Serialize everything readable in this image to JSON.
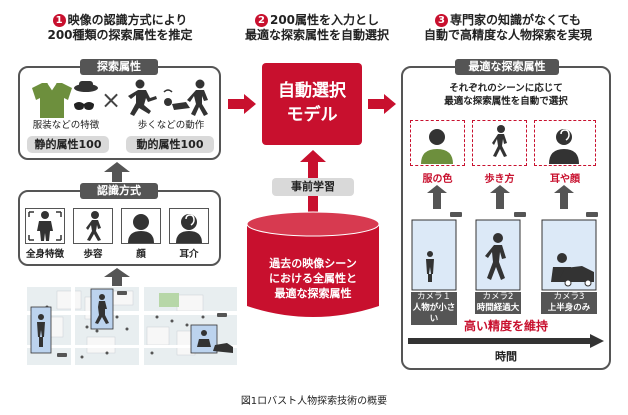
{
  "steps": {
    "step1": {
      "num": "1",
      "line1": "映像の認識方式により",
      "line2": "200種類の探索属性を推定"
    },
    "step2": {
      "num": "2",
      "line1": "200属性を入力とし",
      "line2": "最適な探索属性を自動選択"
    },
    "step3": {
      "num": "3",
      "line1": "専門家の知識がなくても",
      "line2": "自動で高精度な人物探索を実現"
    }
  },
  "attr_panel": {
    "title": "探索属性",
    "static_caption": "服装などの特徴",
    "dynamic_caption": "歩くなどの動作",
    "cross": "×",
    "static_pill": "静的属性100",
    "dynamic_pill": "動的属性100"
  },
  "recog_panel": {
    "title": "認識方式",
    "items": [
      {
        "label": "全身特徴",
        "icon": "full-body-icon"
      },
      {
        "label": "歩容",
        "icon": "gait-icon"
      },
      {
        "label": "顔",
        "icon": "face-icon"
      },
      {
        "label": "耳介",
        "icon": "ear-icon"
      }
    ]
  },
  "auto_model": {
    "line1": "自動選択",
    "line2": "モデル"
  },
  "pretrain": {
    "label": "事前学習"
  },
  "database": {
    "line1": "過去の映像シーン",
    "line2": "における全属性と",
    "line3": "最適な探索属性"
  },
  "optimal_panel": {
    "title": "最適な探索属性",
    "desc1": "それぞれのシーンに応じて",
    "desc2": "最適な探索属性を自動で選択",
    "attrs": [
      {
        "label": "服の色",
        "icon": "clothes-icon"
      },
      {
        "label": "歩き方",
        "icon": "walk-icon"
      },
      {
        "label": "耳や顔",
        "icon": "ear-face-icon"
      }
    ],
    "cameras": [
      {
        "name": "カメラ１",
        "desc": "人物が小さい"
      },
      {
        "name": "カメラ2",
        "desc": "時間経過大"
      },
      {
        "name": "カメラ3",
        "desc": "上半身のみ"
      }
    ],
    "accuracy": "高い精度を維持",
    "time_label": "時間"
  },
  "caption": "図1ロバスト人物探索技術の概要",
  "colors": {
    "accent": "#c8102e",
    "panel_border": "#555555",
    "pill": "#d9d9d9",
    "map_bg": "#e8eef0"
  }
}
